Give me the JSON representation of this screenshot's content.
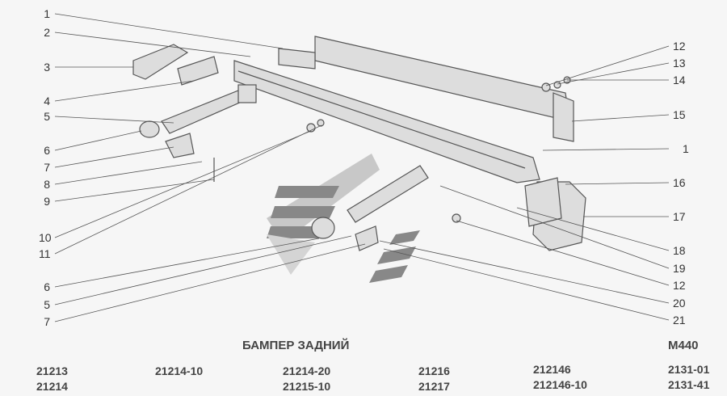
{
  "diagram": {
    "title": "БАМПЕР ЗАДНИЙ",
    "code": "M440",
    "left_callouts": [
      "1",
      "2",
      "3",
      "4",
      "5",
      "6",
      "7",
      "8",
      "9",
      "10",
      "11",
      "6",
      "5",
      "7"
    ],
    "right_callouts": [
      "12",
      "13",
      "14",
      "15",
      "1",
      "16",
      "17",
      "18",
      "19",
      "12",
      "20",
      "21"
    ]
  },
  "models": [
    [
      "21213",
      "21214"
    ],
    [
      "21214-10"
    ],
    [
      "21214-20",
      "21215-10"
    ],
    [
      "21216",
      "21217"
    ],
    [
      "212146",
      "212146-10"
    ],
    [
      "2131-01",
      "2131-41"
    ]
  ]
}
